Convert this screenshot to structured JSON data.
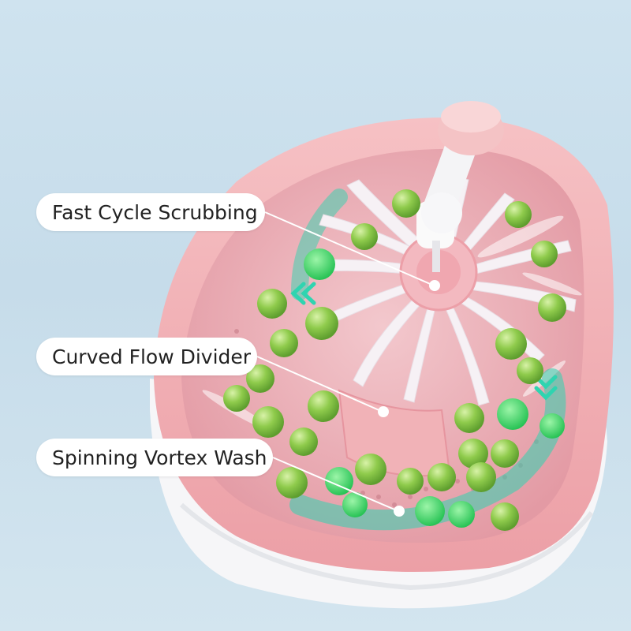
{
  "callouts": [
    {
      "id": "fast-cycle-scrubbing",
      "label": "Fast Cycle Scrubbing"
    },
    {
      "id": "curved-flow-divider",
      "label": "Curved Flow Divider"
    },
    {
      "id": "spinning-vortex-wash",
      "label": "Spinning Vortex Wash"
    }
  ],
  "colors": {
    "bowl_rim": "#f1aeb3",
    "bowl_base": "#f7f7f8",
    "water": "#e7a6ae",
    "grape": "#7dc241",
    "grape_glow": "#3fd065",
    "flow_arrow": "#2fd4b0",
    "blades": "#f3eef3",
    "callout_bg": "#ffffff",
    "callout_text": "#222222"
  }
}
